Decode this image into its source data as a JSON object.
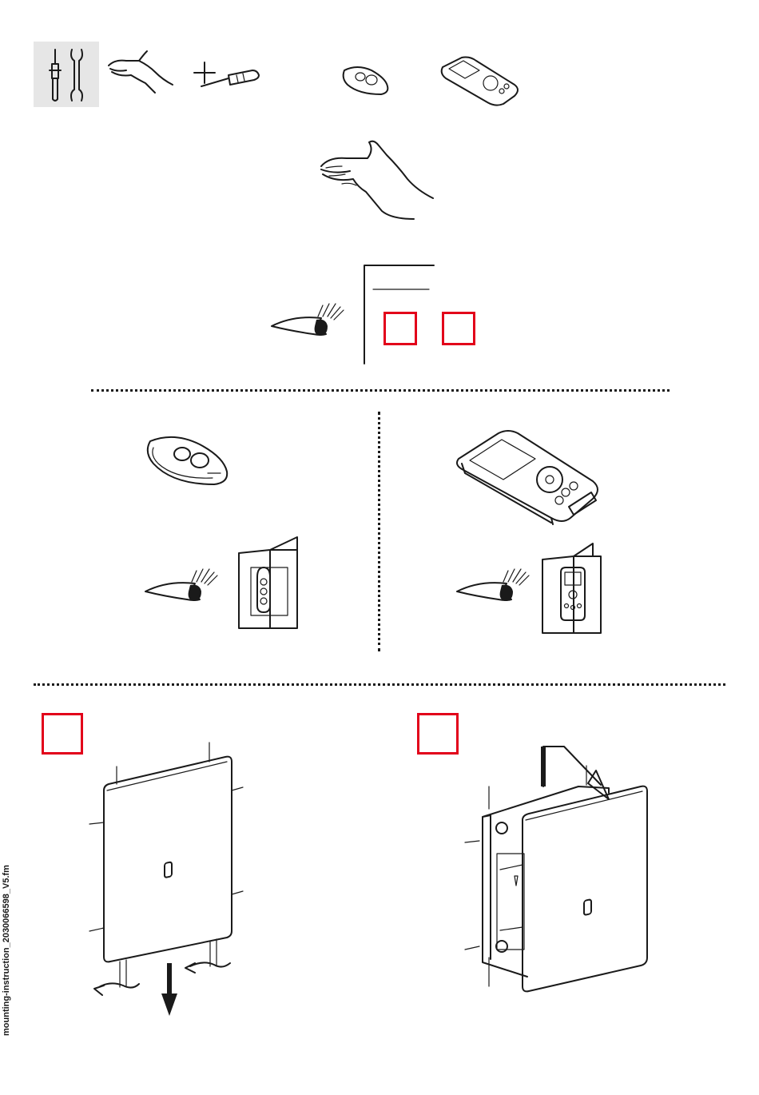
{
  "footer": {
    "side_label": "mounting-instruction_2030066598_V5.fm"
  },
  "icons": {
    "tools": "screwdriver-wrench-icon",
    "hand": "hand-icon",
    "plus": "plus-icon",
    "screwdriver": "screwdriver-icon",
    "remote": "remote-control-icon",
    "programmer": "programming-device-icon",
    "eye": "eye-icon",
    "manual": "manual-booklet-icon",
    "cover_removal": "cover-plate-removal-illustration",
    "cover_install": "cover-plate-install-illustration"
  },
  "colors": {
    "accent_red": "#e2001a",
    "tool_badge_bg": "#e6e6e6",
    "ink": "#1a1a1a"
  }
}
